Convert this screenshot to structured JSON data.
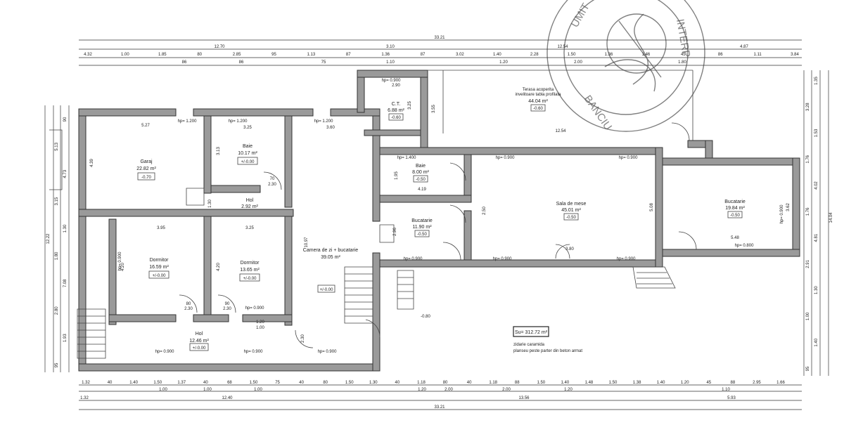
{
  "stamp": {
    "top_text": "UMIT",
    "bottom_text": "BANCIU",
    "side_text": "INTERP"
  },
  "dimensions": {
    "top_total": "33.21",
    "top_row1": [
      "12.70",
      "3.10",
      "12.54",
      "4.87"
    ],
    "top_row2": [
      "4.32",
      "1.00",
      "1.85",
      "80",
      "2.85",
      "95",
      "1.13",
      "87",
      "1.36",
      "87",
      "3.02",
      "1.40",
      "2.28",
      "1.50",
      "1.36",
      "1.46",
      "45",
      "86",
      "1.11",
      "3.84"
    ],
    "top_row3": [
      "86",
      "86",
      "75",
      "1.10",
      "1.20",
      "2.00",
      "1.80"
    ],
    "bottom_row1": [
      "1.32",
      "40",
      "1.40",
      "1.50",
      "1.37",
      "40",
      "68",
      "1.50",
      "75",
      "40",
      "80",
      "1.50",
      "1.30",
      "40",
      "1.18",
      "80",
      "40",
      "1.18",
      "88",
      "1.50",
      "1.40",
      "1.48",
      "1.50",
      "1.38",
      "1.40",
      "1.20",
      "45",
      "88",
      "2.95",
      "1.66"
    ],
    "bottom_row2": [
      "1.00",
      "1.00",
      "1.00",
      "1.20",
      "2.00",
      "2.00",
      "1.20",
      "1.10"
    ],
    "bottom_row3": [
      "1.32",
      "12.40",
      "13.56",
      "5.93"
    ],
    "bottom_total": "33.21",
    "left_total": "12.22",
    "left_labels": [
      "90",
      "5.13",
      "4.73",
      "3.15",
      "1.30",
      "1.80",
      "7.08",
      "2.80",
      "1.93",
      "95"
    ],
    "right_total": "14.04",
    "right_labels": [
      "1.35",
      "3.28",
      "1.53",
      "1.76",
      "4.02",
      "1.76",
      "4.81",
      "2.91",
      "1.30",
      "1.00",
      "1.40",
      "95"
    ]
  },
  "rooms": [
    {
      "name": "Garaj",
      "area": "22.82 m²",
      "level": "-0.70"
    },
    {
      "name": "Baie",
      "area": "10.17 m²",
      "level": "+/-0.00"
    },
    {
      "name": "Hol",
      "area": "2.92 m²",
      "level": ""
    },
    {
      "name": "Dormitor",
      "area": "16.59 m²",
      "level": "+/-0.00"
    },
    {
      "name": "Dormitor",
      "area": "13.65 m²",
      "level": "+/-0.00"
    },
    {
      "name": "Camera de zi + bucatarie",
      "area": "39.05 m²",
      "level": "+/-0.00"
    },
    {
      "name": "Hol",
      "area": "12.46 m²",
      "level": "+/-0.00"
    },
    {
      "name": "C.T.",
      "area": "6.88 m²",
      "level": "-0.60"
    },
    {
      "name": "Baie",
      "area": "8.00 m²",
      "level": "-0.50"
    },
    {
      "name": "Bucatarie",
      "area": "11.90 m²",
      "level": "-0.50"
    },
    {
      "name": "Sala de mese",
      "area": "45.01 m²",
      "level": "-0.50"
    },
    {
      "name": "Bucatarie",
      "area": "19.84 m²",
      "level": "-0.50"
    },
    {
      "name": "Terasa acoperita\ninvelitoare tabla profilata",
      "area": "44.04 m²",
      "level": "-0.60"
    }
  ],
  "inner_dims": {
    "garaj_w": "5.27",
    "garaj_h": "4.39",
    "baie_w": "3.25",
    "baie_h": "3.13",
    "hol_w": "2.30",
    "hol_h": "1.30",
    "dorm1_w": "3.95",
    "dorm1_h": "4.20",
    "dorm2_w": "3.25",
    "dorm2_h": "4.20",
    "camera_w": "3.60",
    "camera_h": "10.97",
    "ct_w": "2.90",
    "ct_h": "3.25",
    "baie2_w": "4.19",
    "baie2_h": "1.95",
    "terasa_w": "12.54",
    "terasa_h": "3.55",
    "sala_h": "5.08",
    "buc2_w": "5.48",
    "buc2_h": "3.62",
    "buc1_h": "2.96",
    "d70": "70",
    "d80": "80",
    "d90": "90",
    "d120": "1.20",
    "d100": "1.00",
    "d230": "2.30",
    "d250": "2.50",
    "d380": "3.80"
  },
  "heights": [
    "hp= 1.200",
    "hp= 1.200",
    "hp= 1.200",
    "hp= 0.900",
    "hp= 1.400",
    "hp= 0.900",
    "hp= 0.900",
    "hp= 0.900",
    "hp= 0.900",
    "hp= 0.900",
    "hp= 0.900",
    "hp= 0.900",
    "hp= 0.800",
    "hp= 0.900",
    "hp= 0.900",
    "hp= 0.900",
    "hp= 0.900"
  ],
  "extra_level": "-0.80",
  "summary": {
    "area": "Su= 312.72 m²",
    "note1": "zidarie caramida",
    "note2": "planseu peste parter din beton armat"
  }
}
